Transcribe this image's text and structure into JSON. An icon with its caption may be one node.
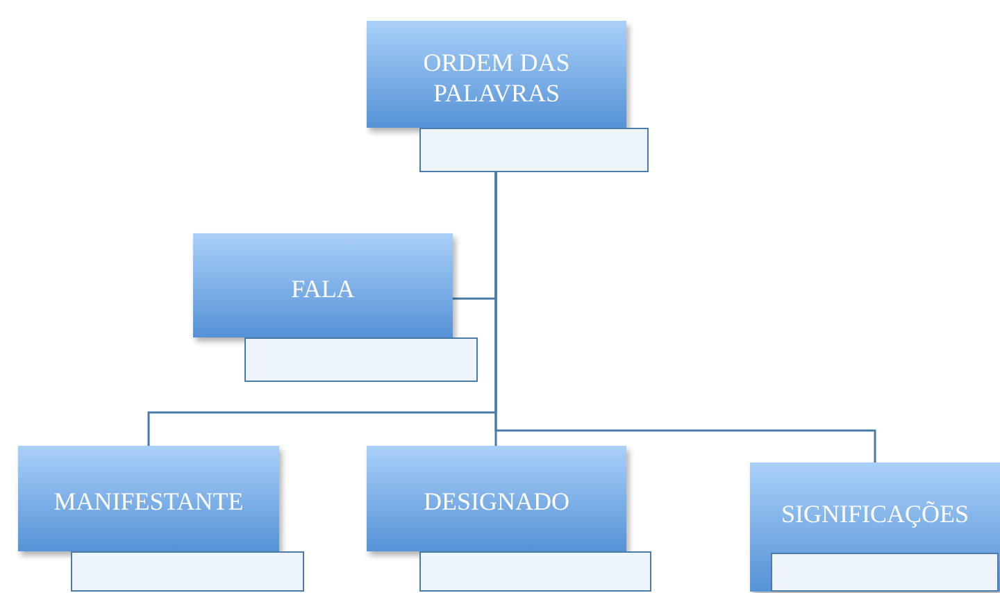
{
  "diagram": {
    "nodes": [
      {
        "text": [
          "ORDEM DAS PALAVRAS"
        ]
      },
      {
        "text": [],
        "shape": "box"
      },
      {
        "text": [
          "FALA"
        ]
      },
      {
        "text": [],
        "shape": "box"
      },
      {
        "text": [
          "MANIFESTANTE"
        ]
      },
      {
        "text": [],
        "shape": "box"
      },
      {
        "text": [
          "DESIGNADO"
        ]
      },
      {
        "text": [],
        "shape": "box"
      },
      {
        "text": [
          "SIGNIFICAÇÕES"
        ]
      },
      {
        "text": [],
        "shape": "box",
        "in": 8
      }
    ],
    "edges": [
      {
        "from": 1,
        "to": 2,
        "arrow": "none"
      },
      {
        "from": 1,
        "to": 4,
        "arrow": "none"
      },
      {
        "from": 1,
        "to": 6,
        "arrow": "none"
      },
      {
        "from": 1,
        "to": 8,
        "arrow": "none"
      }
    ]
  }
}
